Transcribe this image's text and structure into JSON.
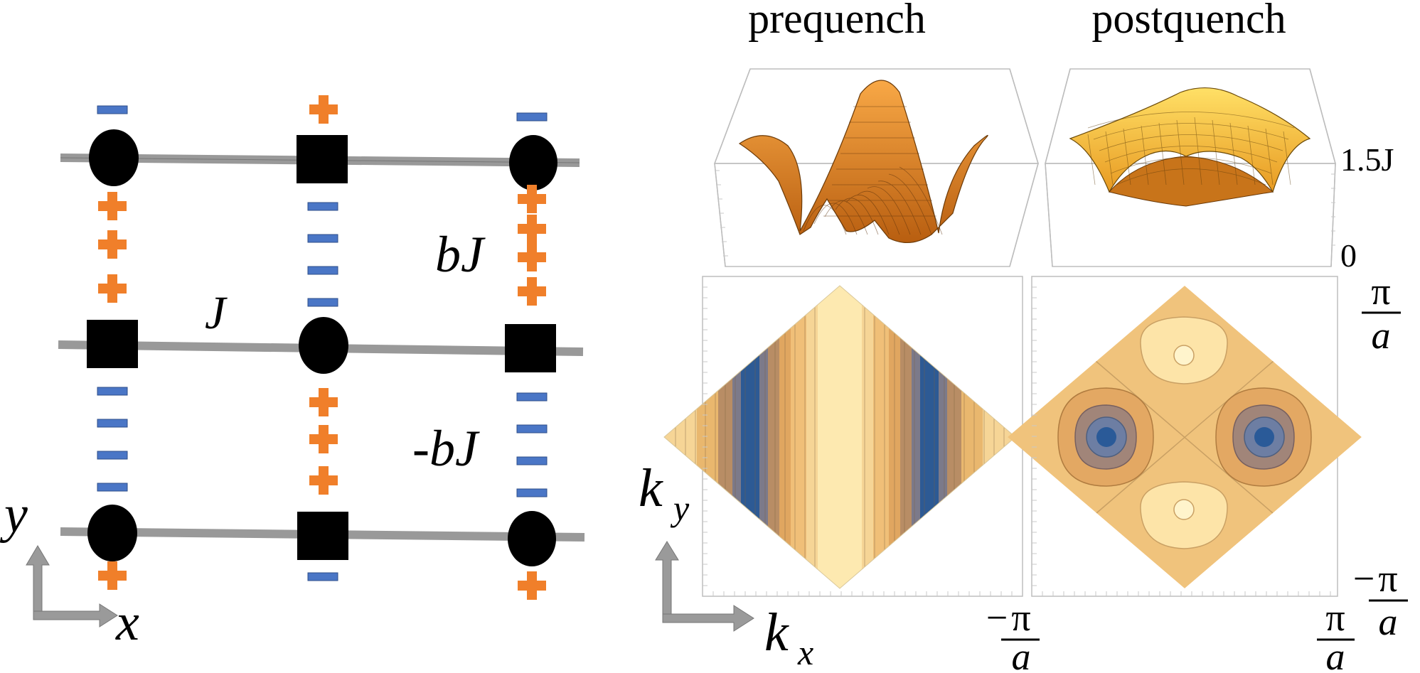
{
  "lattice": {
    "coupling_x": "J",
    "coupling_y_pos": "bJ",
    "coupling_y_neg": "-bJ",
    "axis_x": "x",
    "axis_y": "y",
    "plus_sign": "+",
    "minus_sign": "−"
  },
  "panels": {
    "prequench_title": "prequench",
    "postquench_title": "postquench"
  },
  "energy_axis": {
    "top_label": "1.5J",
    "bottom_label": "0"
  },
  "momentum_axes": {
    "kx_label": "k",
    "kx_sub": "x",
    "ky_label": "k",
    "ky_sub": "y",
    "pi": "π",
    "a": "a",
    "neg": "−"
  },
  "colors": {
    "rail": "#999999",
    "site": "#000000",
    "plus": "#f07f2a",
    "minus": "#4a76c6",
    "light_contour": "#fde9b0",
    "dark_contour": "#2d5a94",
    "surface": "#e38a1e",
    "box": "#bdbdbd"
  }
}
